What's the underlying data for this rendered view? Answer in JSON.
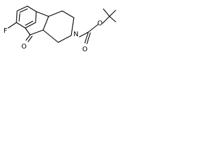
{
  "molecule": {
    "atoms": {
      "fluorine": "F",
      "ketone_oxygen": "O",
      "piperidine_nitrogen": "N",
      "carbamate_oxygen_double": "O",
      "carbamate_oxygen_single": "O"
    },
    "colors": {
      "bond": "#000000",
      "label": "#000000",
      "background": "#ffffff"
    }
  }
}
